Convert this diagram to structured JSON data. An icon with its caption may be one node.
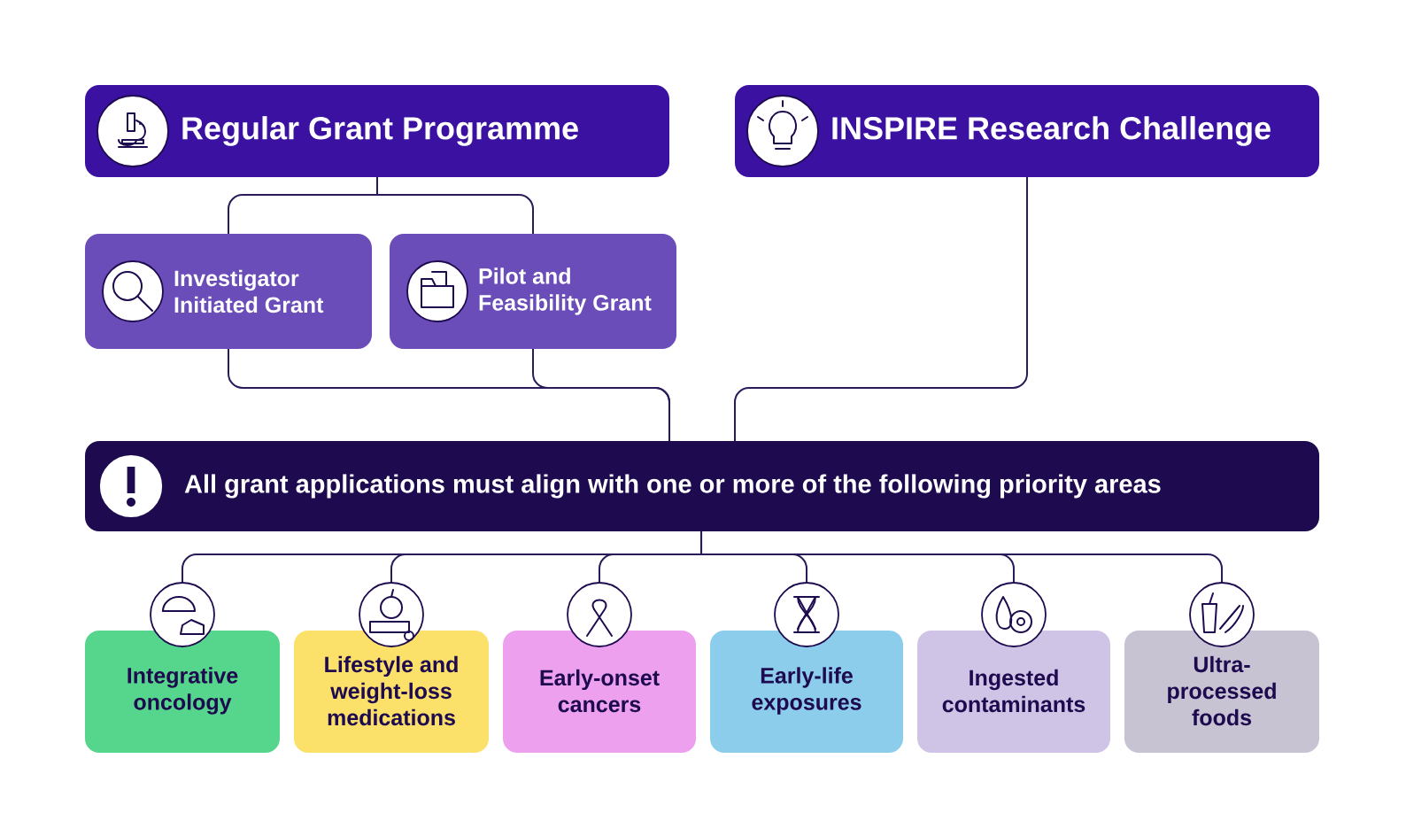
{
  "diagram": {
    "nodes": [
      {
        "text": [
          "Regular Grant Programme"
        ]
      },
      {
        "text": [
          "INSPIRE Research Challenge"
        ]
      },
      {
        "text": [
          "Investigator Initiated Grant"
        ]
      },
      {
        "text": [
          "Pilot and Feasibility Grant"
        ]
      },
      {
        "text": [
          "All grant applications must align with one or more of the following priority areas"
        ]
      },
      {
        "text": [
          "Integrative oncology"
        ]
      },
      {
        "text": [
          "Lifestyle and weight-loss medications"
        ]
      },
      {
        "text": [
          "Early-onset cancers"
        ]
      },
      {
        "text": [
          "Early-life exposures"
        ]
      },
      {
        "text": [
          "Ingested contaminants"
        ]
      },
      {
        "text": [
          "Ultra-processed foods"
        ]
      }
    ],
    "edges": [
      {
        "from": 0,
        "to": 2,
        "arrow": "none"
      },
      {
        "from": 0,
        "to": 3,
        "arrow": "none"
      },
      {
        "from": 2,
        "to": 4,
        "arrow": "none"
      },
      {
        "from": 3,
        "to": 4,
        "arrow": "none"
      },
      {
        "from": 1,
        "to": 4,
        "arrow": "none"
      },
      {
        "from": 4,
        "to": 5,
        "arrow": "none"
      },
      {
        "from": 4,
        "to": 6,
        "arrow": "none"
      },
      {
        "from": 4,
        "to": 7,
        "arrow": "none"
      },
      {
        "from": 4,
        "to": 8,
        "arrow": "none"
      },
      {
        "from": 4,
        "to": 9,
        "arrow": "none"
      },
      {
        "from": 4,
        "to": 10,
        "arrow": "none"
      }
    ]
  }
}
